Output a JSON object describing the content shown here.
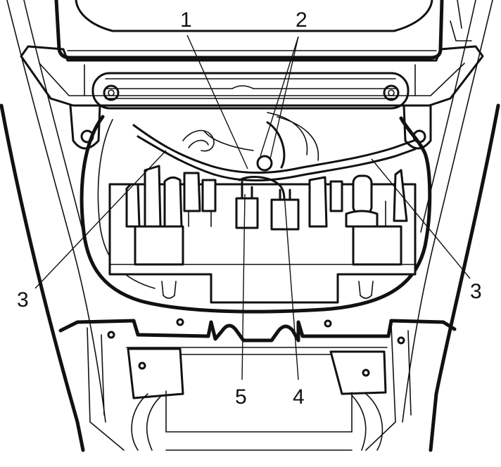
{
  "callouts": {
    "c1": "1",
    "c2": "2",
    "c3_left": "3",
    "c3_right": "3",
    "c4": "4",
    "c5": "5"
  },
  "colors": {
    "line": "#111111",
    "background": "#ffffff"
  }
}
